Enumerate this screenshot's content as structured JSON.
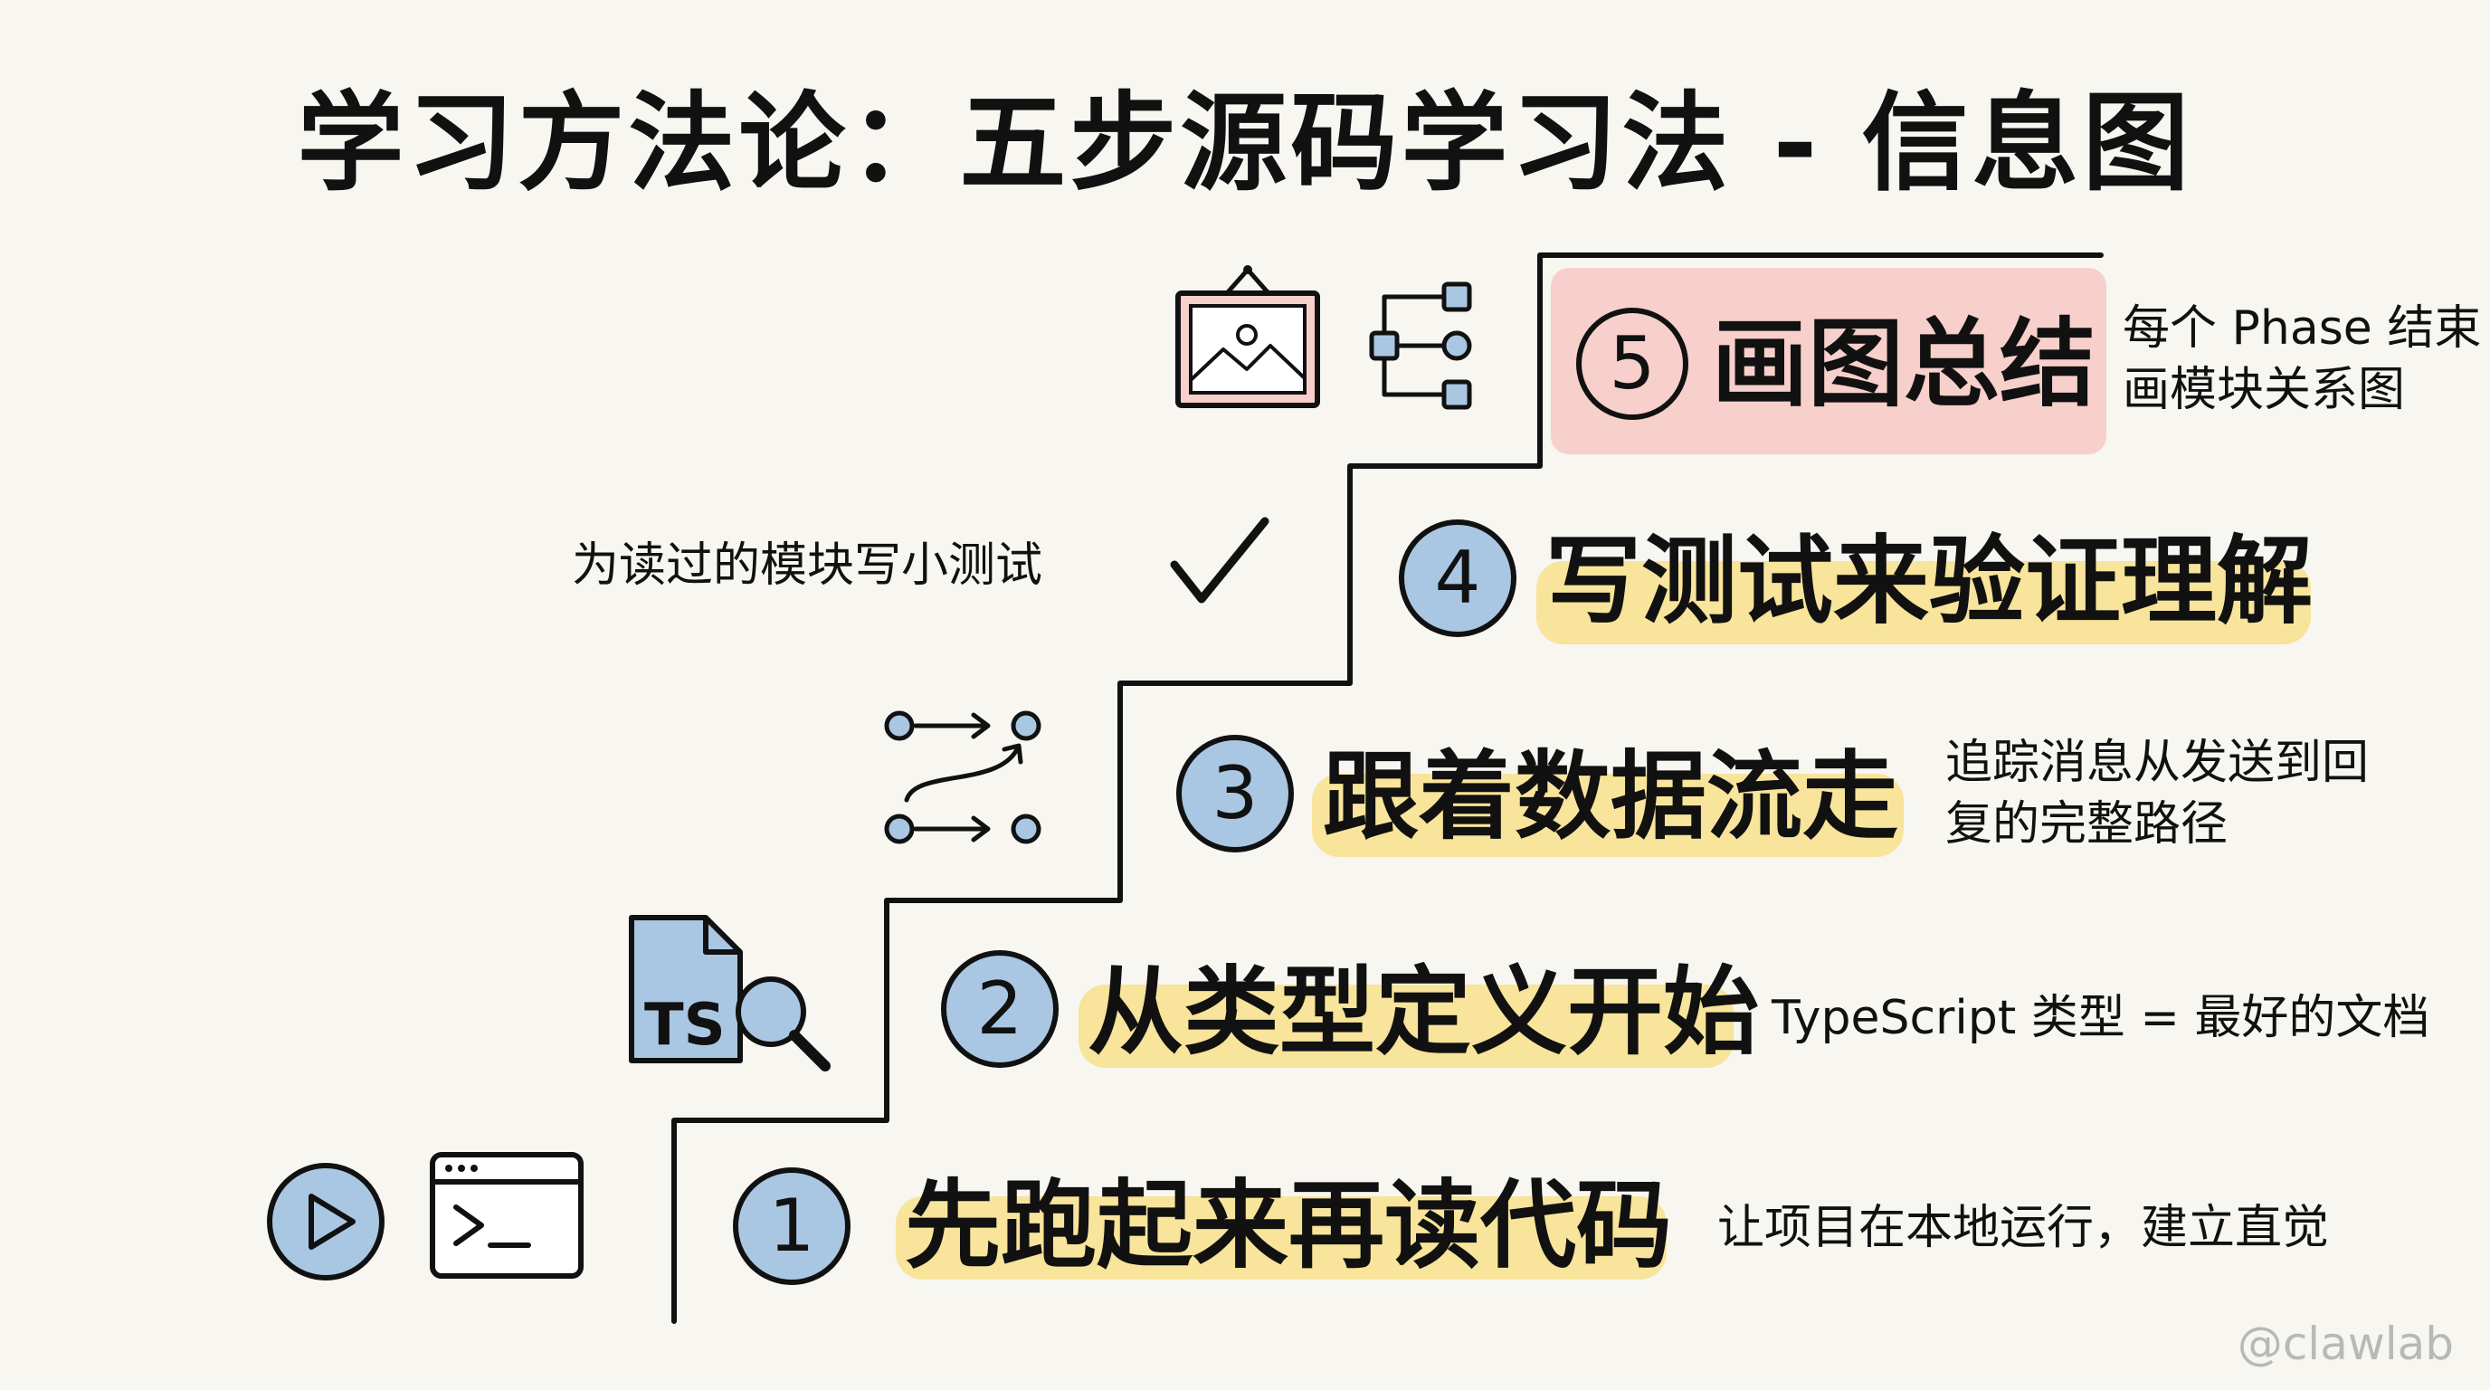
{
  "title": "学习方法论：五步源码学习法 - 信息图",
  "steps": [
    {
      "number": "1",
      "label": "先跑起来再读代码",
      "desc": "让项目在本地运行，建立直觉"
    },
    {
      "number": "2",
      "label": "从类型定义开始",
      "desc": "TypeScript 类型 = 最好的文档"
    },
    {
      "number": "3",
      "label": "跟着数据流走",
      "desc_line1": "追踪消息从发送到回",
      "desc_line2": "复的完整路径"
    },
    {
      "number": "4",
      "label": "写测试来验证理解",
      "desc": "为读过的模块写小测试"
    },
    {
      "number": "5",
      "label": "画图总结",
      "desc_line1": "每个 Phase 结束",
      "desc_line2": "画模块关系图"
    }
  ],
  "icons": {
    "step1": [
      "play-icon",
      "terminal-icon"
    ],
    "step2": [
      "ts-file-search-icon"
    ],
    "step3": [
      "data-flow-icon"
    ],
    "step4": [
      "checkmark-icon"
    ],
    "step5": [
      "picture-frame-icon",
      "diagram-icon"
    ],
    "ts_badge": "TS"
  },
  "colors": {
    "highlight_yellow": "#f8e49a",
    "highlight_pink": "#f7cfcb",
    "number_blue": "#a9c7e3",
    "background": "#f7f6f1"
  },
  "watermark": "@clawlab"
}
